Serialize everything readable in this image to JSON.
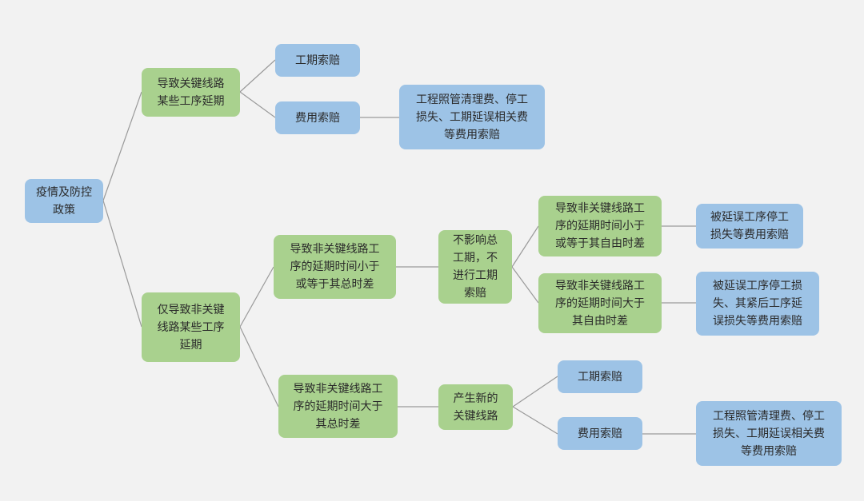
{
  "palette": {
    "blue": "#9dc3e6",
    "green": "#a9d18e",
    "edge": "#9a9a9a",
    "background": "#f2f2f2"
  },
  "nodes": {
    "root": "疫情及防控\n政策",
    "a1": "导致关键线路\n某些工序延期",
    "a1_1": "工期索赔",
    "a1_2": "费用索赔",
    "a1_2_1": "工程照管清理费、停工\n损失、工期延误相关费\n等费用索赔",
    "b1": "仅导致非关键\n线路某些工序\n延期",
    "b1_1": "导致非关键线路工\n序的延期时间小于\n或等于其总时差",
    "b1_1_1": "不影响总\n工期，不\n进行工期\n索赔",
    "b1_1_1_1": "导致非关键线路工\n序的延期时间小于\n或等于其自由时差",
    "b1_1_1_1_1": "被延误工序停工\n损失等费用索赔",
    "b1_1_1_2": "导致非关键线路工\n序的延期时间大于\n其自由时差",
    "b1_1_1_2_1": "被延误工序停工损\n失、其紧后工序延\n误损失等费用索赔",
    "b1_2": "导致非关键线路工\n序的延期时间大于\n其总时差",
    "b1_2_1": "产生新的\n关键线路",
    "b1_2_1_1": "工期索赔",
    "b1_2_1_2": "费用索赔",
    "b1_2_1_2_1": "工程照管清理费、停工\n损失、工期延误相关费\n等费用索赔"
  }
}
